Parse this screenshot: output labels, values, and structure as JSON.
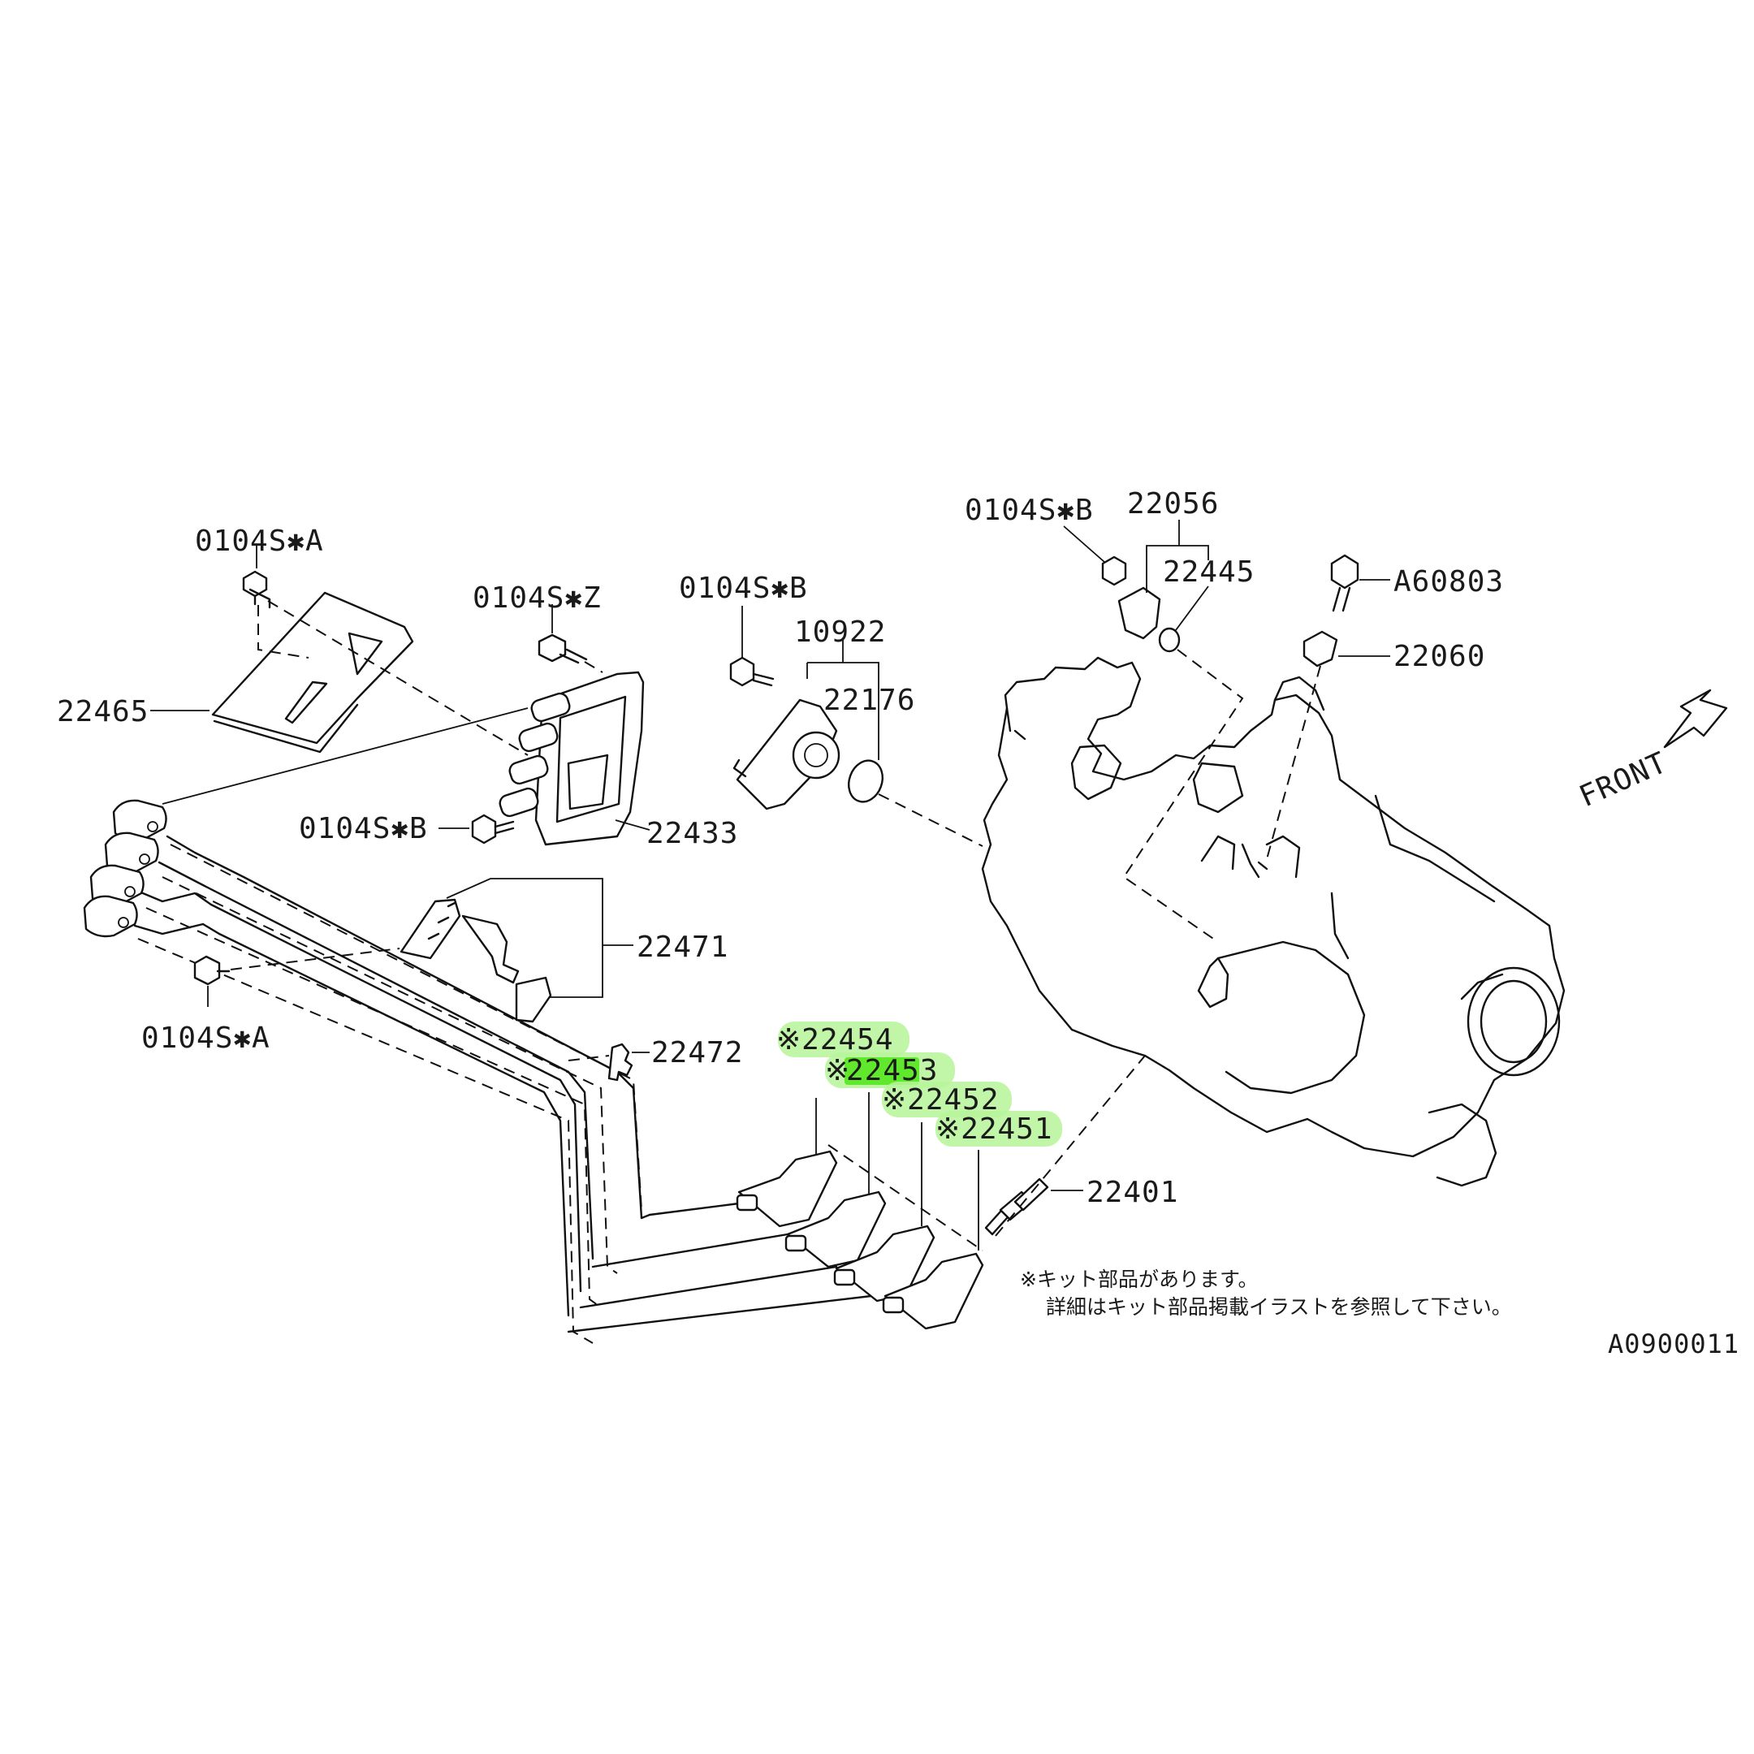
{
  "labels": {
    "bolt_a_top": "0104S✱A",
    "bolt_z": "0104S✱Z",
    "bolt_b_mid": "0104S✱B",
    "bolt_b_top": "0104S✱B",
    "bolt_b_left": "0104S✱B",
    "bolt_a_bottom": "0104S✱A",
    "p22056": "22056",
    "p22445": "22445",
    "pA60803": "A60803",
    "p22060": "22060",
    "p10922": "10922",
    "p22176": "22176",
    "p22465": "22465",
    "p22433": "22433",
    "p22471": "22471",
    "p22472": "22472",
    "p22401": "22401",
    "front": "FRONT",
    "drawing_id": "A0900011"
  },
  "highlighted_parts": {
    "p22454": "※22454",
    "p22453_mark": "※",
    "p22453": "22453",
    "p22452": "※22452",
    "p22451": "※22451"
  },
  "note": {
    "line1": "※キット部品があります。",
    "line2": "詳細はキット部品掲載イラストを参照して下さい。"
  },
  "colors": {
    "highlight_light": "#b6f59a",
    "highlight_strong": "#5fe82c",
    "ink": "#111111"
  }
}
